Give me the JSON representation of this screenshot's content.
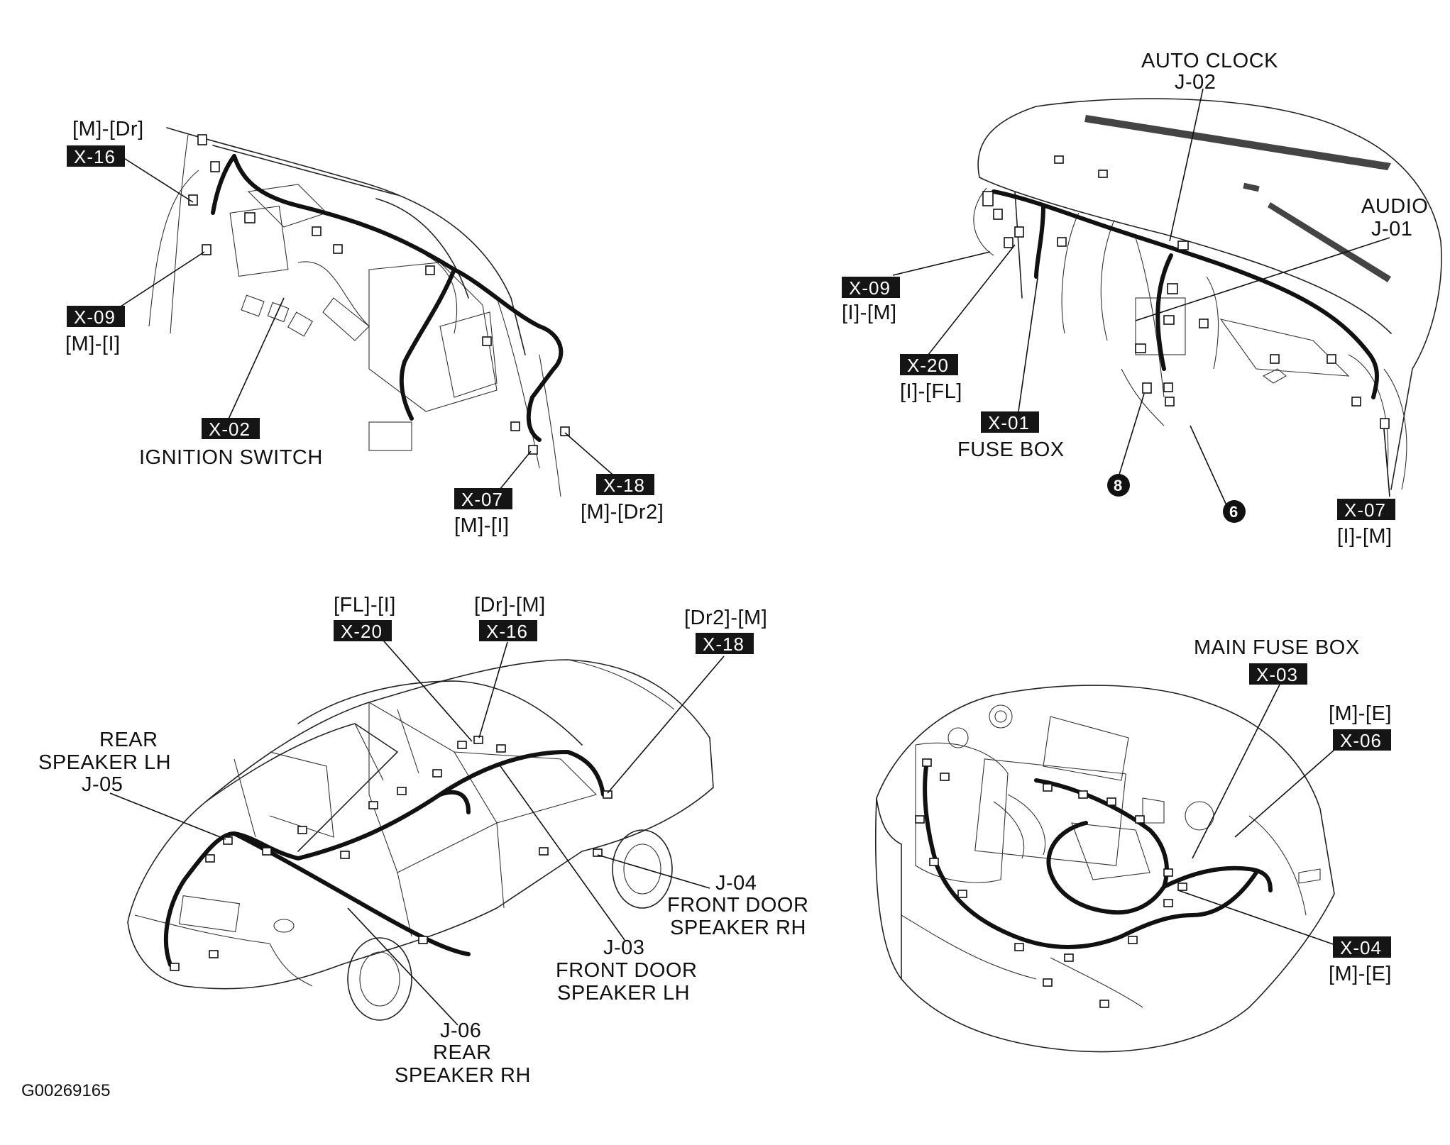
{
  "figure_id": "G00269165",
  "panels": {
    "dash_left": {
      "labels": {
        "x16_pos": "[M]-[Dr]",
        "x16": "X-16",
        "x09": "X-09",
        "x09_pos": "[M]-[I]",
        "x02": "X-02",
        "x02_name": "IGNITION SWITCH",
        "x07": "X-07",
        "x07_pos": "[M]-[I]",
        "x18": "X-18",
        "x18_pos": "[M]-[Dr2]"
      }
    },
    "dash_right": {
      "labels": {
        "auto_clock": "AUTO CLOCK",
        "j02": "J-02",
        "audio": "AUDIO",
        "j01": "J-01",
        "x09": "X-09",
        "x09_pos": "[I]-[M]",
        "x20": "X-20",
        "x20_pos": "[I]-[FL]",
        "x01": "X-01",
        "x01_name": "FUSE BOX",
        "callout_8": "8",
        "callout_6": "6",
        "x07": "X-07",
        "x07_pos": "[I]-[M]"
      }
    },
    "car_body": {
      "labels": {
        "x20_pos": "[FL]-[I]",
        "x20": "X-20",
        "x16_pos": "[Dr]-[M]",
        "x16": "X-16",
        "x18_pos": "[Dr2]-[M]",
        "x18": "X-18",
        "j05_line1": "REAR",
        "j05_line2": "SPEAKER LH",
        "j05": "J-05",
        "j04": "J-04",
        "j04_line1": "FRONT DOOR",
        "j04_line2": "SPEAKER RH",
        "j03": "J-03",
        "j03_line1": "FRONT DOOR",
        "j03_line2": "SPEAKER LH",
        "j06": "J-06",
        "j06_line1": "REAR",
        "j06_line2": "SPEAKER RH"
      }
    },
    "engine_bay": {
      "labels": {
        "main_fuse_box": "MAIN FUSE BOX",
        "x03": "X-03",
        "x06_pos": "[M]-[E]",
        "x06": "X-06",
        "x04": "X-04",
        "x04_pos": "[M]-[E]"
      }
    }
  }
}
